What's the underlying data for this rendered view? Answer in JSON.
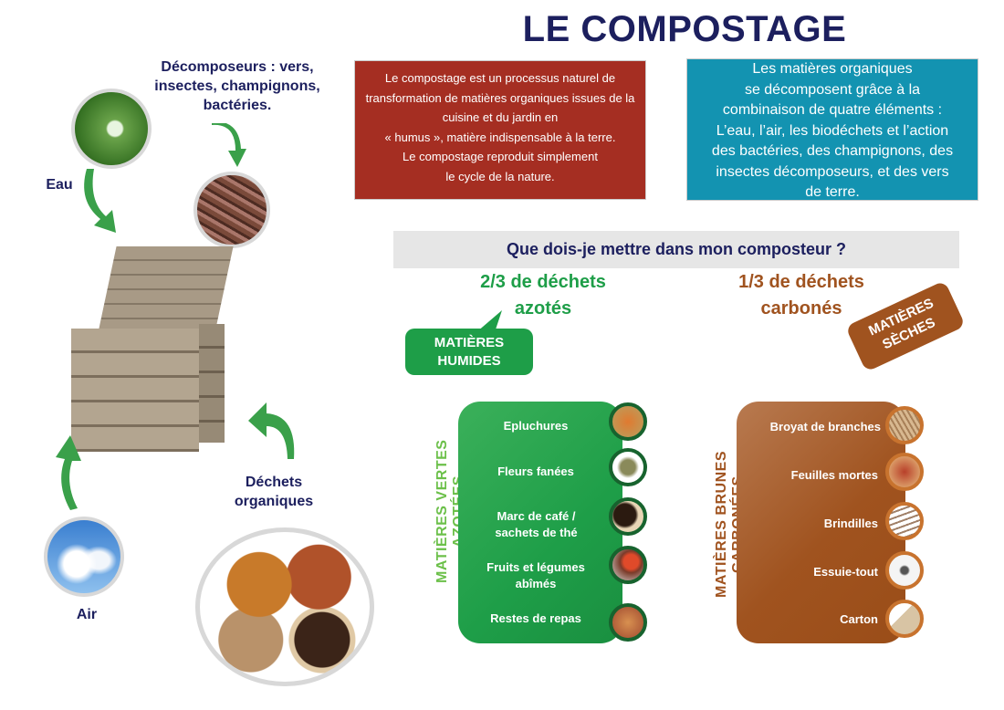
{
  "title": "LE COMPOSTAGE",
  "cycle": {
    "decomposers": "Décomposeurs : vers, insectes, champignons, bactéries.",
    "water": "Eau",
    "air": "Air",
    "waste": "Déchets organiques"
  },
  "intro_red": [
    "Le compostage est un processus naturel de",
    "transformation de matières organiques issues de la",
    "cuisine et du jardin en",
    "« humus », matière indispensable à la terre.",
    "Le compostage reproduit simplement",
    "le cycle de la nature."
  ],
  "intro_blue": [
    "Les matières organiques",
    "se décomposent grâce à la",
    "combinaison de quatre éléments :",
    "L’eau, l’air, les biodéchets et l’action",
    "des bactéries, des champignons, des",
    "insectes décomposeurs, et des vers",
    "de terre."
  ],
  "question": "Que dois-je mettre dans mon composteur ?",
  "green": {
    "fraction": [
      "2/3 de déchets",
      "azotés"
    ],
    "bubble": [
      "MATIÈRES",
      "HUMIDES"
    ],
    "side_label": "MATIÈRES VERTES AZOTÉES",
    "items": [
      "Epluchures",
      "Fleurs fanées",
      "Marc de café / sachets de thé",
      "Fruits et légumes abîmés",
      "Restes de repas"
    ],
    "color": "#1e9e48"
  },
  "brown": {
    "fraction": [
      "1/3 de déchets",
      "carbonés"
    ],
    "bubble": [
      "MATIÈRES",
      "SÈCHES"
    ],
    "side_label": "MATIÈRES BRUNES CARBONÉES",
    "items": [
      "Broyat de branches",
      "Feuilles mortes",
      "Brindilles",
      "Essuie-tout",
      "Carton"
    ],
    "color": "#a0531f"
  }
}
